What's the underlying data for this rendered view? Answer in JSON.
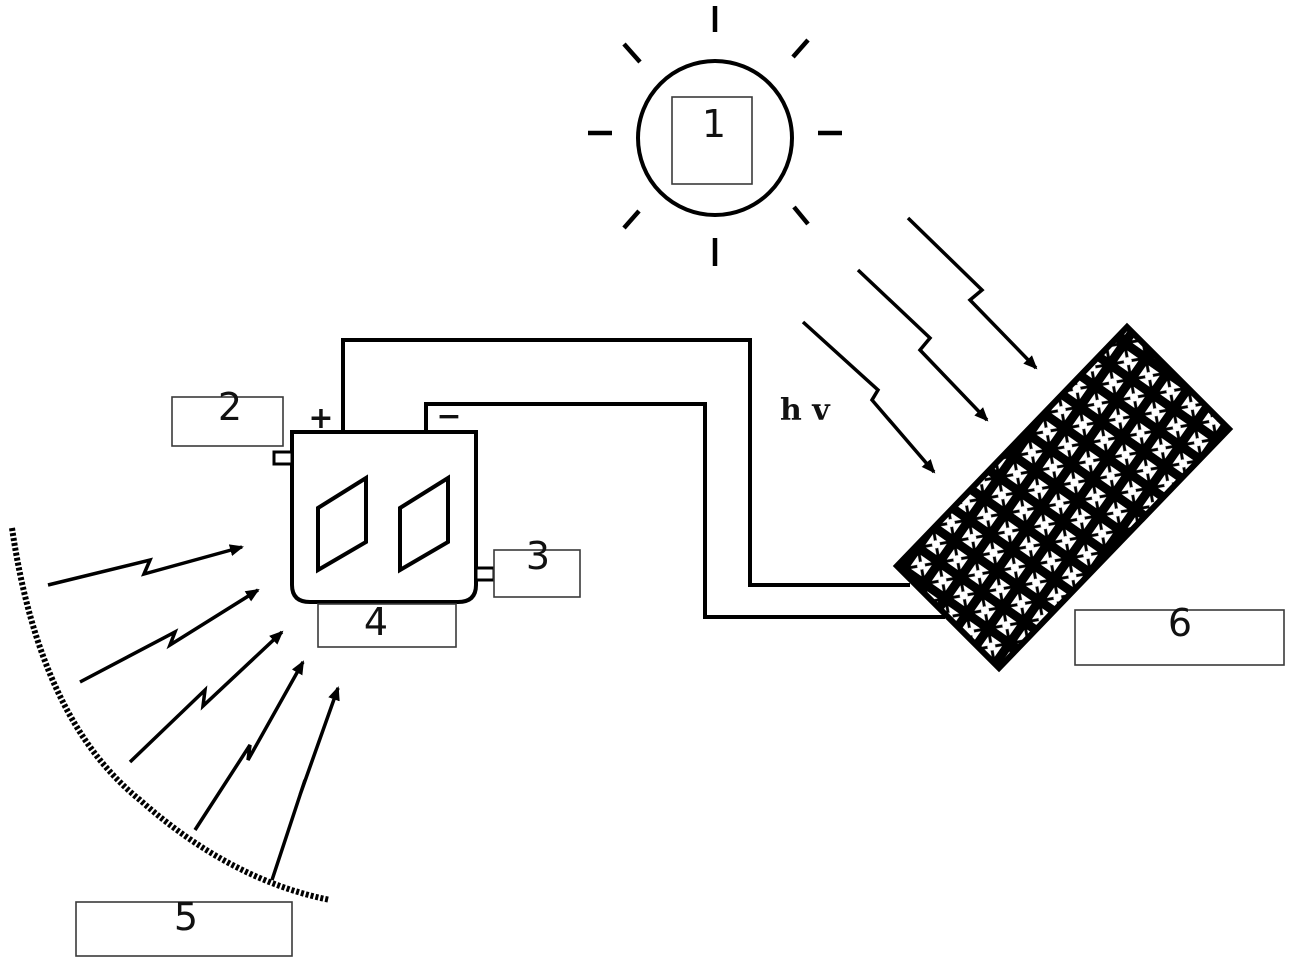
{
  "labels": {
    "sun": "1",
    "inlet": "2",
    "outlet": "3",
    "electrolyzer": "4",
    "concentrator": "5",
    "solar_panel": "6"
  },
  "polarity": {
    "positive": "+",
    "negative": "−"
  },
  "light_symbol": "h v"
}
